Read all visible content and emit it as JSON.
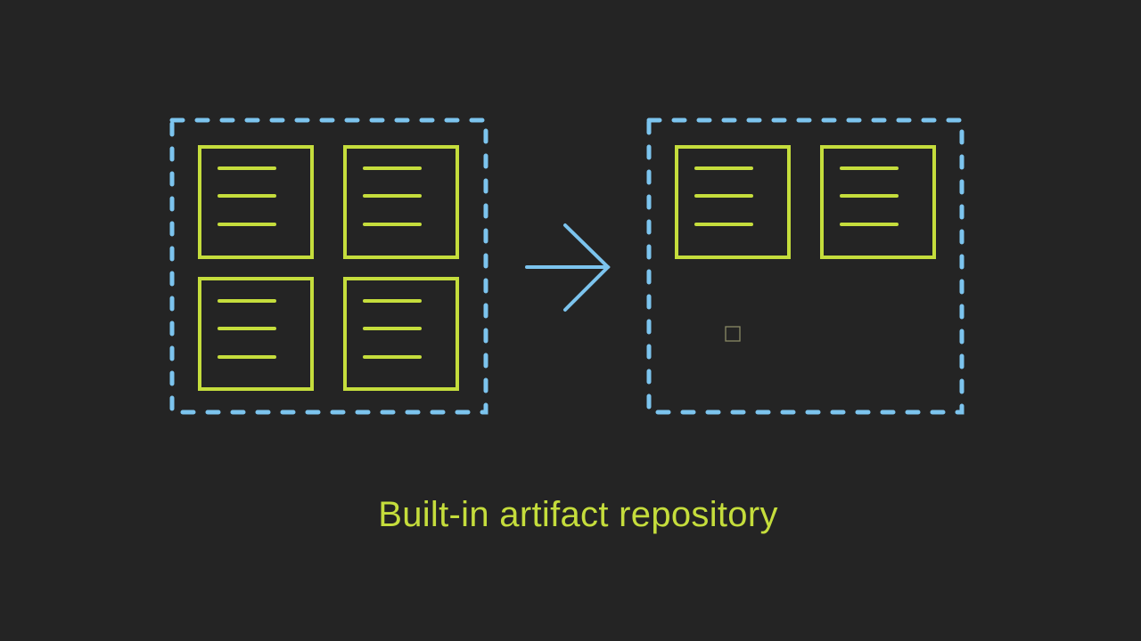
{
  "caption": "Built-in artifact repository",
  "colors": {
    "background": "#242424",
    "container_border": "#7cc4ee",
    "artifact": "#c5dd3c",
    "arrow": "#7cc4ee",
    "caption": "#c5dd3c",
    "placeholder": "#8a8a64"
  },
  "source_repository": {
    "artifact_count": 4
  },
  "target_repository": {
    "artifact_count": 2,
    "placeholder_icon": "empty-square-icon"
  },
  "icons": {
    "arrow": "right-arrow-icon",
    "artifact": "document-lines-icon"
  }
}
